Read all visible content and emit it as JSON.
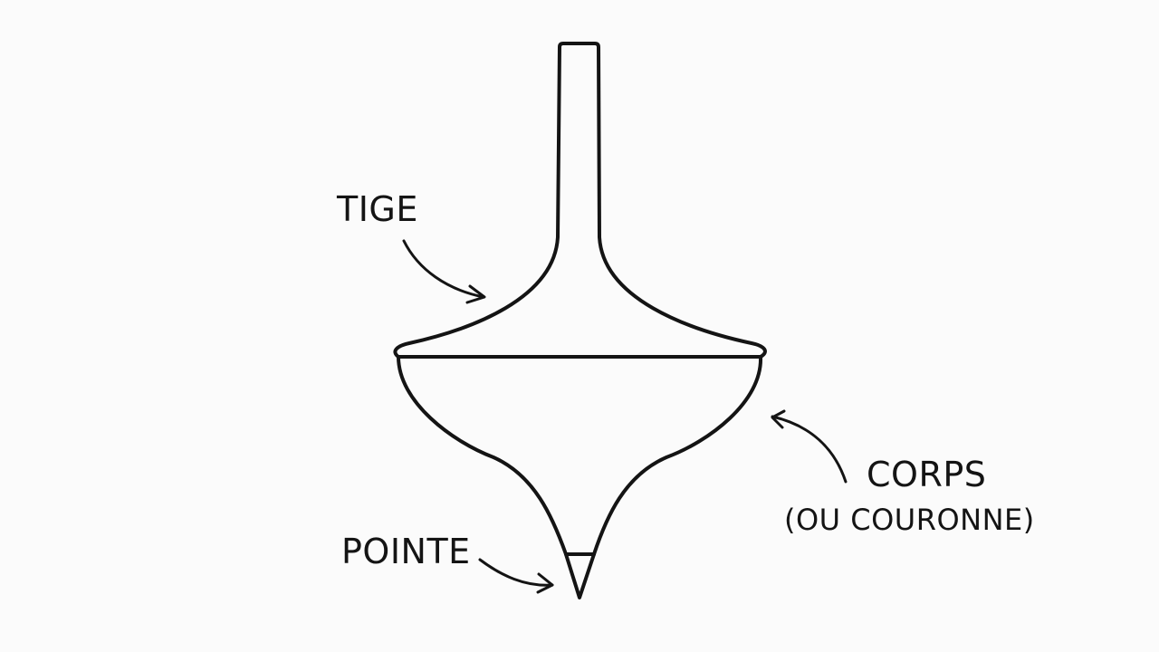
{
  "labels": {
    "tige": "TIGE",
    "corps": "CORPS",
    "corps_sub": "(OU COURONNE)",
    "pointe": "POINTE"
  },
  "colors": {
    "stroke": "#141414",
    "background": "#fbfbfb"
  }
}
